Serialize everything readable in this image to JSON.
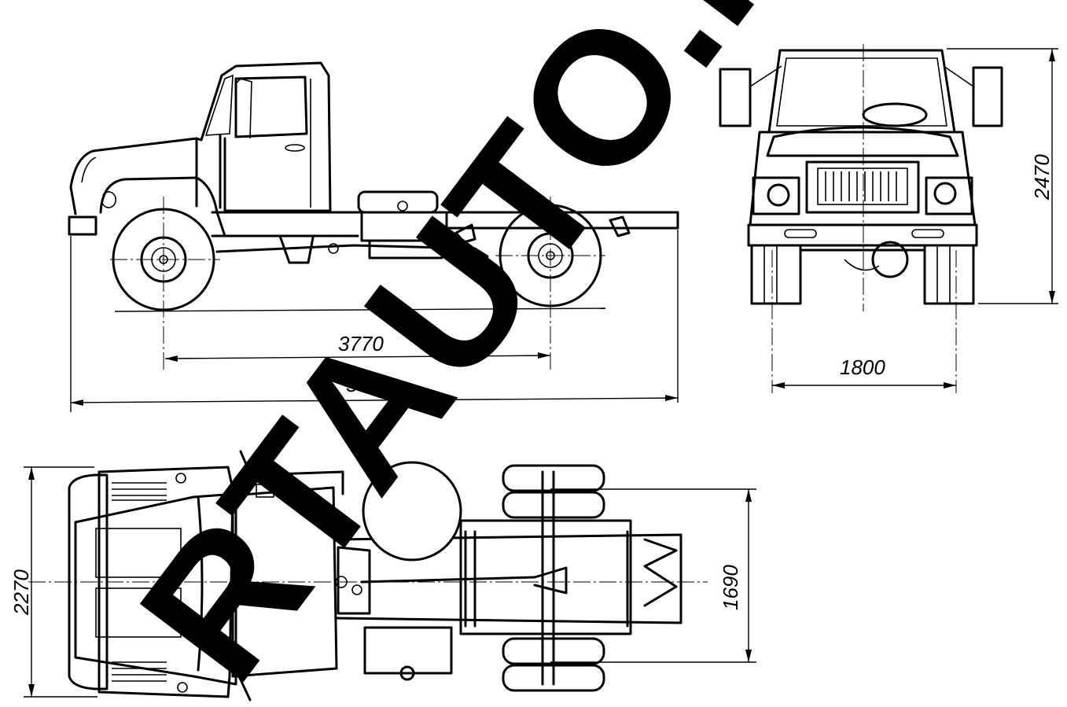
{
  "dimensions": {
    "wheelbase": "3770",
    "overall_length": "5967",
    "track_width": "1800",
    "overall_height": "2470",
    "overall_width": "2270",
    "rear_track": "1690"
  },
  "watermark": "RTAUTO.RU"
}
